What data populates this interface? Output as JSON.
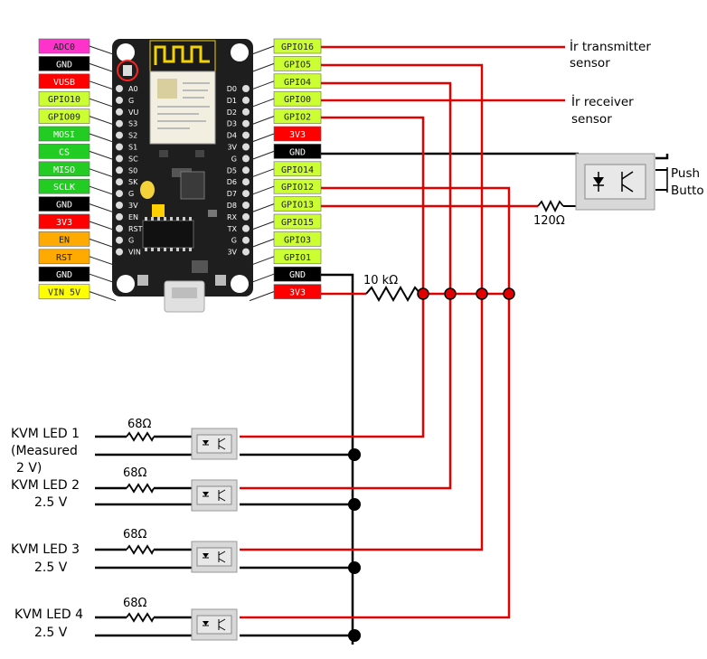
{
  "left_pins": [
    {
      "label": "ADC0",
      "bg": "#ff33cc",
      "fg": "#222222"
    },
    {
      "label": "GND",
      "bg": "#000000",
      "fg": "#ffffff"
    },
    {
      "label": "VUSB",
      "bg": "#ff0000",
      "fg": "#ffffff"
    },
    {
      "label": "GPIO10",
      "bg": "#ccff33",
      "fg": "#222222"
    },
    {
      "label": "GPIO09",
      "bg": "#ccff33",
      "fg": "#222222"
    },
    {
      "label": "MOSI",
      "bg": "#22cc22",
      "fg": "#ffffff"
    },
    {
      "label": "CS",
      "bg": "#22cc22",
      "fg": "#ffffff"
    },
    {
      "label": "MISO",
      "bg": "#22cc22",
      "fg": "#ffffff"
    },
    {
      "label": "SCLK",
      "bg": "#22cc22",
      "fg": "#ffffff"
    },
    {
      "label": "GND",
      "bg": "#000000",
      "fg": "#ffffff"
    },
    {
      "label": "3V3",
      "bg": "#ff0000",
      "fg": "#ffffff"
    },
    {
      "label": "EN",
      "bg": "#ffaa00",
      "fg": "#222222"
    },
    {
      "label": "RST",
      "bg": "#ffaa00",
      "fg": "#222222"
    },
    {
      "label": "GND",
      "bg": "#000000",
      "fg": "#ffffff"
    },
    {
      "label": "VIN 5V",
      "bg": "#ffff00",
      "fg": "#222222"
    }
  ],
  "right_pins": [
    {
      "label": "GPIO16",
      "bg": "#ccff33",
      "fg": "#222222"
    },
    {
      "label": "GPIO5",
      "bg": "#ccff33",
      "fg": "#222222"
    },
    {
      "label": "GPIO4",
      "bg": "#ccff33",
      "fg": "#222222"
    },
    {
      "label": "GPIO0",
      "bg": "#ccff33",
      "fg": "#222222"
    },
    {
      "label": "GPIO2",
      "bg": "#ccff33",
      "fg": "#222222"
    },
    {
      "label": "3V3",
      "bg": "#ff0000",
      "fg": "#ffffff"
    },
    {
      "label": "GND",
      "bg": "#000000",
      "fg": "#ffffff"
    },
    {
      "label": "GPIO14",
      "bg": "#ccff33",
      "fg": "#222222"
    },
    {
      "label": "GPIO12",
      "bg": "#ccff33",
      "fg": "#222222"
    },
    {
      "label": "GPIO13",
      "bg": "#ccff33",
      "fg": "#222222"
    },
    {
      "label": "GPIO15",
      "bg": "#ccff33",
      "fg": "#222222"
    },
    {
      "label": "GPIO3",
      "bg": "#ccff33",
      "fg": "#222222"
    },
    {
      "label": "GPIO1",
      "bg": "#ccff33",
      "fg": "#222222"
    },
    {
      "label": "GND",
      "bg": "#000000",
      "fg": "#ffffff"
    },
    {
      "label": "3V3",
      "bg": "#ff0000",
      "fg": "#ffffff"
    }
  ],
  "board": {
    "left_silk": [
      "A0",
      "G",
      "VU",
      "S3",
      "S2",
      "S1",
      "SC",
      "S0",
      "SK",
      "G",
      "3V",
      "EN",
      "RST",
      "G",
      "VIN"
    ],
    "right_silk": [
      "D0",
      "D1",
      "D2",
      "D3",
      "D4",
      "3V",
      "G",
      "D5",
      "D6",
      "D7",
      "D8",
      "RX",
      "TX",
      "G",
      "3V"
    ]
  },
  "annotations": {
    "ir_transmitter": [
      "İr transmitter",
      "sensor"
    ],
    "ir_receiver": [
      "İr receiver",
      "sensor"
    ],
    "push_button": [
      "Push",
      "Butto"
    ],
    "r_120": "120Ω",
    "r_10k": "10 kΩ"
  },
  "kvm_leds": [
    {
      "lines": [
        "KVM LED 1",
        "(Measured",
        "2 V)"
      ],
      "resistor": "68Ω"
    },
    {
      "lines": [
        "KVM LED 2",
        "2.5 V"
      ],
      "resistor": "68Ω"
    },
    {
      "lines": [
        "KVM LED 3",
        "2.5 V"
      ],
      "resistor": "68Ω"
    },
    {
      "lines": [
        "KVM LED 4",
        "2.5 V"
      ],
      "resistor": "68Ω"
    }
  ],
  "colors": {
    "wire_red": "#e00000",
    "wire_black": "#000000",
    "board": "#222222",
    "optocoupler": "#d8d8d8"
  }
}
